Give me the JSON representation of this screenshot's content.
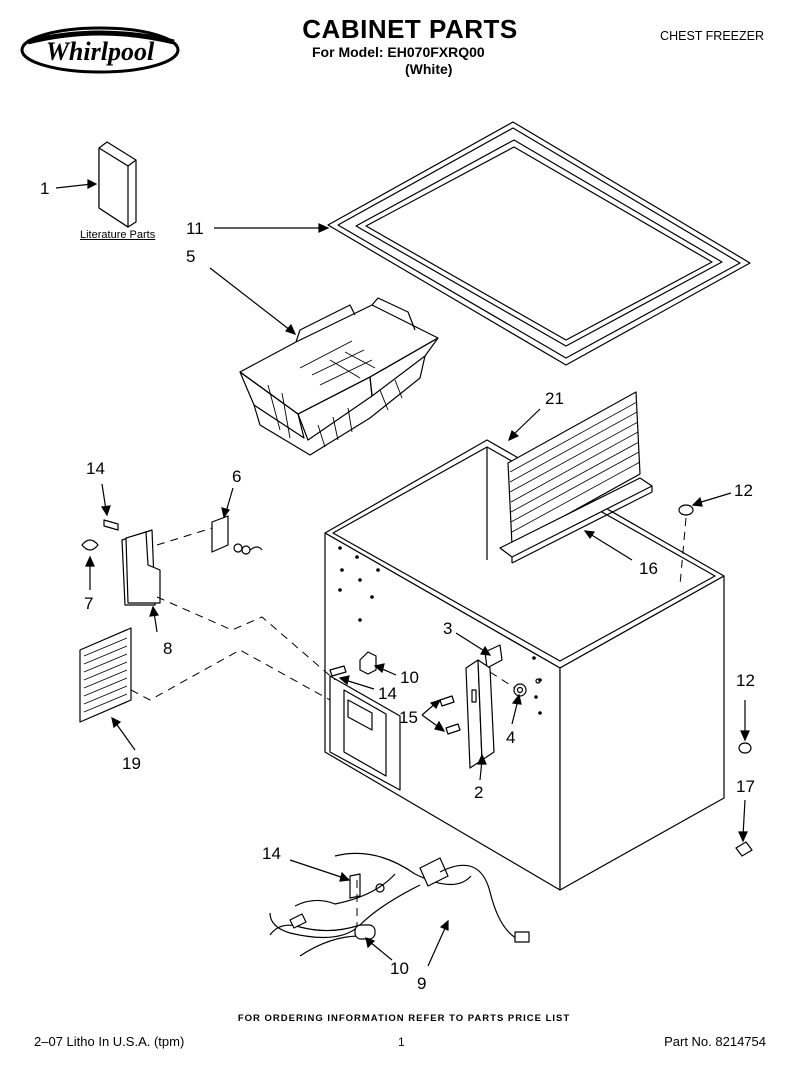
{
  "header": {
    "brand": "Whirlpool",
    "title": "CABINET PARTS",
    "model_line": "For Model: EH070FXRQ00",
    "color_line": "(White)",
    "category": "CHEST FREEZER"
  },
  "literature_label": "Literature Parts",
  "callouts": {
    "c1": "1",
    "c11": "11",
    "c5": "5",
    "c21": "21",
    "c14a": "14",
    "c6": "6",
    "c12a": "12",
    "c7": "7",
    "c16": "16",
    "c8": "8",
    "c3": "3",
    "c10a": "10",
    "c14b": "14",
    "c15": "15",
    "c4": "4",
    "c12b": "12",
    "c19": "19",
    "c2": "2",
    "c17": "17",
    "c14c": "14",
    "c10b": "10",
    "c9": "9"
  },
  "footer": {
    "ordering_note": "FOR ORDERING INFORMATION REFER TO PARTS PRICE LIST",
    "litho": "2–07 Litho In U.S.A. (tpm)",
    "page": "1",
    "part_no": "Part No. 8214754"
  }
}
